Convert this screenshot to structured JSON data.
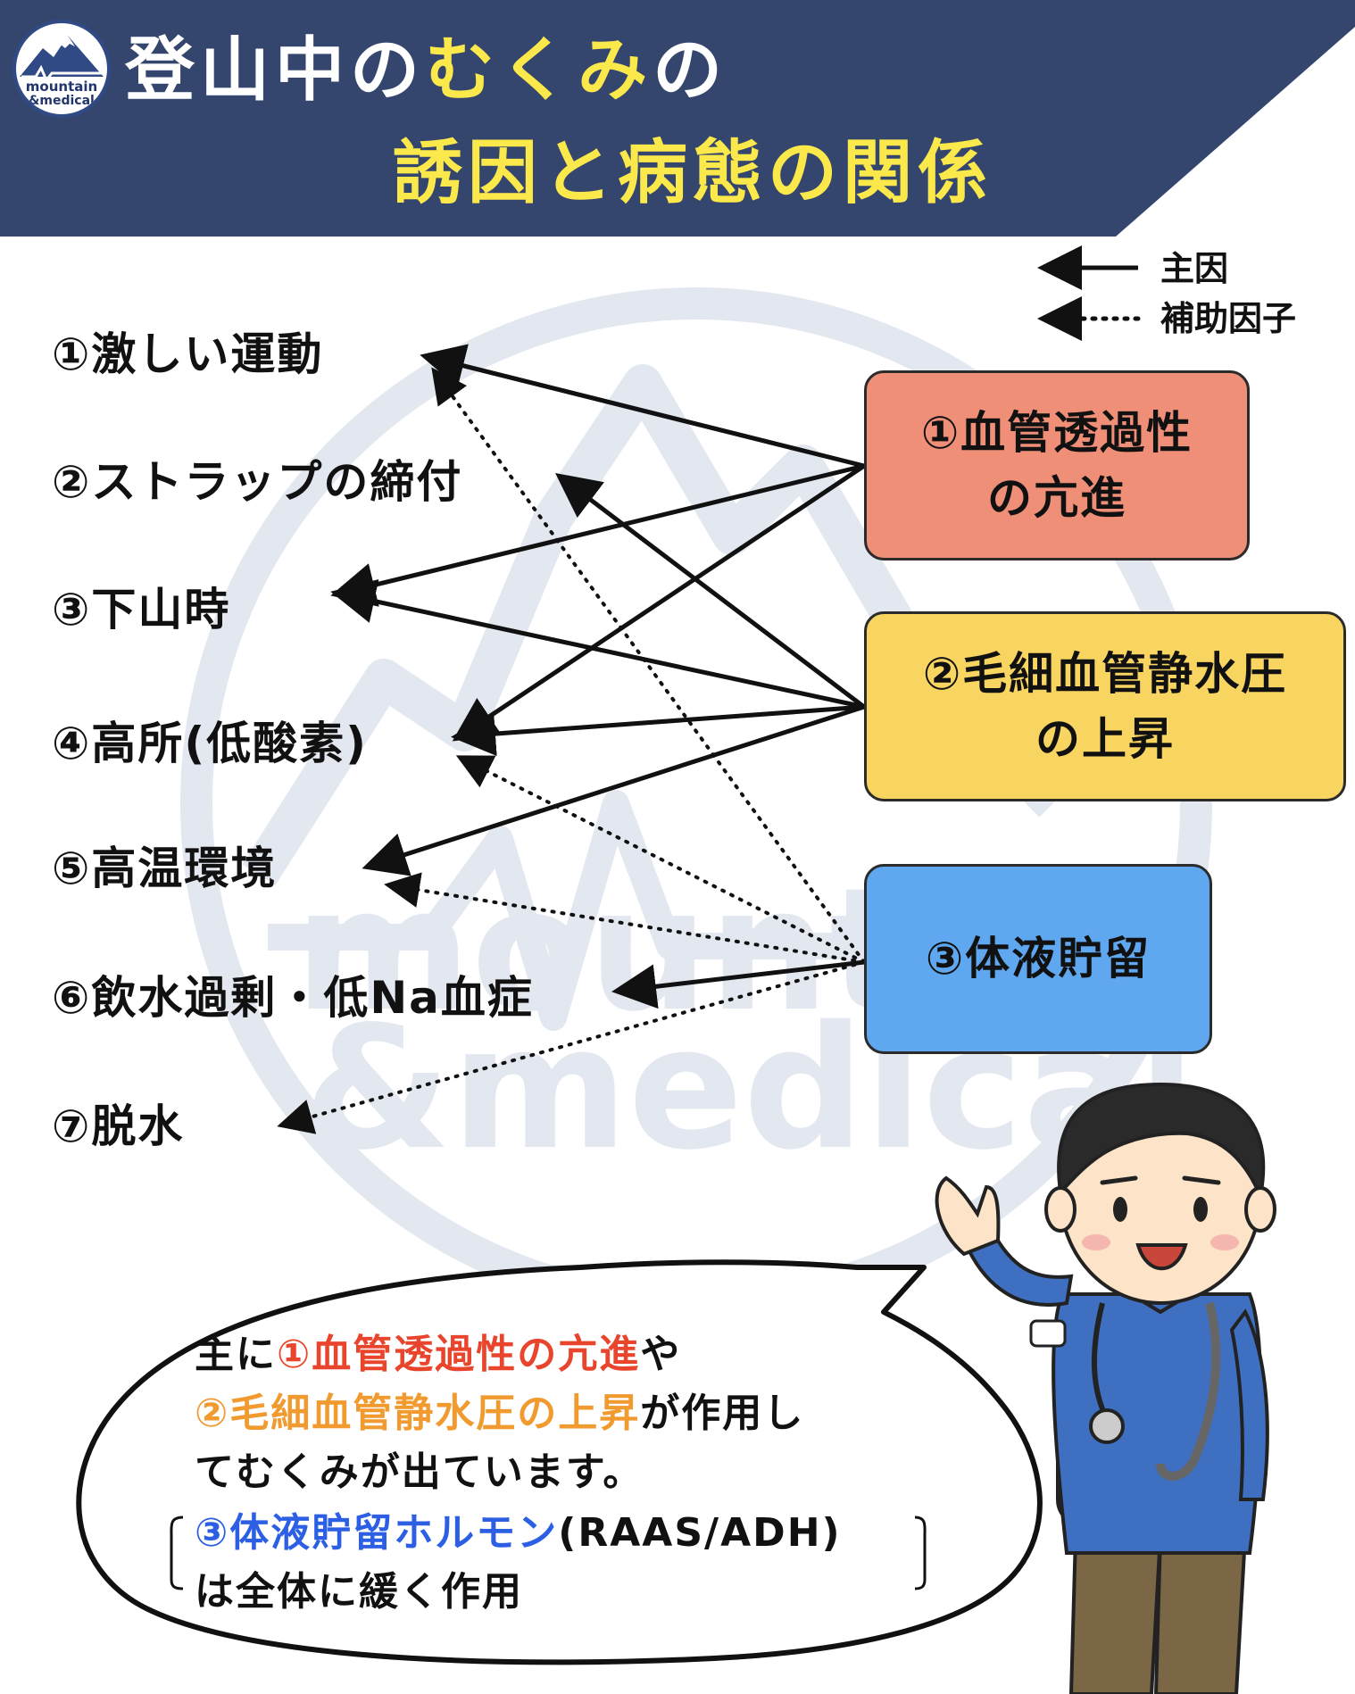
{
  "header": {
    "logo": {
      "line1": "mountain",
      "line2": "&medical"
    },
    "title_line1": [
      {
        "text": "登山中の",
        "color": "white"
      },
      {
        "text": "むくみ",
        "color": "yellow"
      },
      {
        "text": "の",
        "color": "white"
      }
    ],
    "title_line2": [
      {
        "text": "誘因",
        "color": "yellow"
      },
      {
        "text": "と",
        "color": "yellow"
      },
      {
        "text": "病態",
        "color": "yellow"
      },
      {
        "text": "の",
        "color": "yellow"
      },
      {
        "text": "関係",
        "color": "yellow"
      }
    ]
  },
  "legend": {
    "main_cause": "主因",
    "auxiliary_factor": "補助因子"
  },
  "causes": [
    "①激しい運動",
    "②ストラップの締付",
    "③下山時",
    "④高所(低酸素)",
    "⑤高温環境",
    "⑥飲水過剰・低Na血症",
    "⑦脱水"
  ],
  "states": [
    {
      "lines": [
        "①血管透過性",
        "の亢進"
      ],
      "color": "#ef8f78"
    },
    {
      "lines": [
        "②毛細血管静水圧",
        "の上昇"
      ],
      "color": "#f8d460"
    },
    {
      "lines": [
        "③体液貯留"
      ],
      "color": "#5fa8f0"
    }
  ],
  "relations": [
    {
      "from": 1,
      "to": 1,
      "type": "main"
    },
    {
      "from": 1,
      "to": 3,
      "type": "main"
    },
    {
      "from": 1,
      "to": 4,
      "type": "main"
    },
    {
      "from": 2,
      "to": 2,
      "type": "main"
    },
    {
      "from": 2,
      "to": 3,
      "type": "main"
    },
    {
      "from": 2,
      "to": 4,
      "type": "main"
    },
    {
      "from": 2,
      "to": 5,
      "type": "main"
    },
    {
      "from": 3,
      "to": 6,
      "type": "main"
    },
    {
      "from": 3,
      "to": 1,
      "type": "auxiliary"
    },
    {
      "from": 3,
      "to": 4,
      "type": "auxiliary"
    },
    {
      "from": 3,
      "to": 5,
      "type": "auxiliary"
    },
    {
      "from": 3,
      "to": 7,
      "type": "auxiliary"
    }
  ],
  "bubble": {
    "lines": [
      [
        {
          "text": "主に",
          "color": "black"
        },
        {
          "text": "①血管透過性の亢進",
          "color": "red"
        },
        {
          "text": "や",
          "color": "black"
        }
      ],
      [
        {
          "text": "②毛細血管静水圧の上昇",
          "color": "orange"
        },
        {
          "text": "が作用し",
          "color": "black"
        }
      ],
      [
        {
          "text": "てむくみが出ています。",
          "color": "black"
        }
      ],
      [
        {
          "text": "③体液貯留ホルモン",
          "color": "blue"
        },
        {
          "text": "(RAAS/ADH)",
          "color": "black"
        }
      ],
      [
        {
          "text": "は全体に緩く作用",
          "color": "black"
        }
      ]
    ]
  },
  "watermark": {
    "line1": "mountain",
    "line2": "&medical"
  },
  "colors": {
    "header_navy": "#34466e",
    "title_yellow": "#fbe84a",
    "watermark_gray": "#dfe5ee",
    "highlight_red": "#e8452c",
    "highlight_orange": "#f19a2f",
    "highlight_blue": "#2c5fe3",
    "mascot_jacket_blue": "#3f6fc0",
    "mascot_pants_brown": "#7b6645",
    "mascot_pack_orange": "#e8a24a"
  }
}
